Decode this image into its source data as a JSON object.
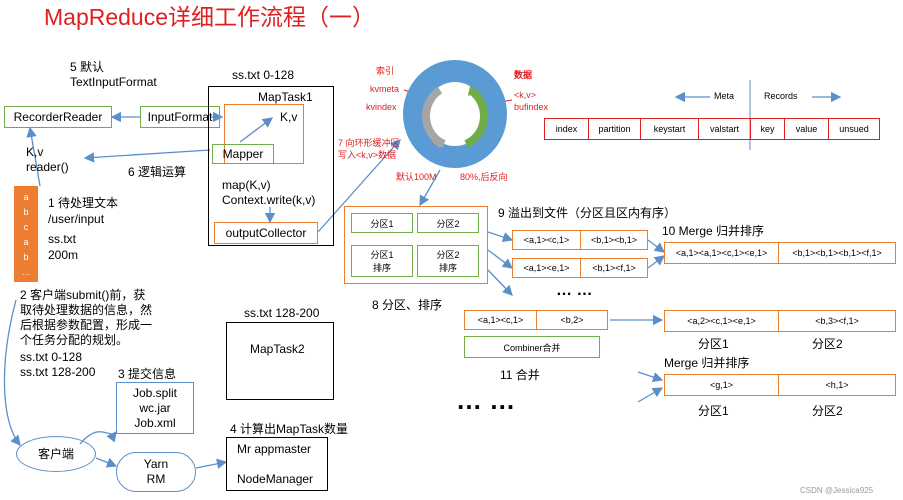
{
  "title": "MapReduce详细工作流程（一）",
  "client": {
    "files_block": {
      "letters": [
        "a",
        "b",
        "c",
        "a",
        "b",
        "…"
      ]
    },
    "step1": {
      "label": "1 待处理文本",
      "path": "/user/input",
      "file": "ss.txt",
      "size": "200m"
    },
    "step2": {
      "lines": [
        "2 客户端submit()前，获",
        "取待处理数据的信息，然",
        "后根据参数配置，形成一",
        "个任务分配的规划。"
      ],
      "split1": "ss.txt  0-128",
      "split2": "ss.txt  128-200"
    },
    "step3": {
      "label": "3 提交信息",
      "files": [
        "Job.split",
        "wc.jar",
        "Job.xml"
      ]
    },
    "client_label": "客户端",
    "yarn": [
      "Yarn",
      "RM"
    ],
    "step4": {
      "label": "4 计算出MapTask数量",
      "lines": [
        "Mr appmaster",
        "NodeManager"
      ]
    }
  },
  "input": {
    "step5": [
      "5 默认",
      "TextInputFormat"
    ],
    "recorder_reader": "RecorderReader",
    "input_format": "InputFormat",
    "kv_reader": [
      "K,v",
      "reader()"
    ]
  },
  "maptask1": {
    "split": "ss.txt 0-128",
    "name": "MapTask1",
    "kv": "K,v",
    "mapper": "Mapper",
    "step6": "6 逻辑运算",
    "map_lines": [
      "map(K,v)",
      "Context.write(k,v)"
    ],
    "output_collector": "outputCollector"
  },
  "maptask2": {
    "split": "ss.txt 128-200",
    "name": "MapTask2"
  },
  "ring": {
    "index_label": "索引",
    "kvmeta": "kvmeta",
    "kvindex": "kvindex",
    "data_label": "数据",
    "kv": "<k,v>",
    "bufindex": "bufindex",
    "step7": [
      "7 向环形缓冲区",
      "写入<k,v>数据"
    ],
    "default_size": "默认100M",
    "spill_pct": "80%,后反向"
  },
  "meta_table": {
    "meta_label": "Meta",
    "records_label": "Records",
    "columns": [
      "index",
      "partition",
      "keystart",
      "valstart",
      "key",
      "value",
      "unsued"
    ]
  },
  "partition": {
    "cells": [
      "分区1",
      "分区2",
      "分区1\n排序",
      "分区2\n排序"
    ],
    "step8": "8 分区、排序"
  },
  "spill": {
    "step9": "9 溢出到文件（分区且区内有序）",
    "rows": [
      [
        "<a,1><c,1>",
        "<b,1><b,1>"
      ],
      [
        "<a,1><e,1>",
        "<b,1><f,1>"
      ]
    ],
    "dots": "… …"
  },
  "merge": {
    "step10": "10 Merge 归并排序",
    "row": [
      "<a,1><a,1><c,1><e,1>",
      "<b,1><b,1><b,1><f,1>"
    ]
  },
  "combiner": {
    "row": [
      "<a,1><c,1>",
      "<b,2>"
    ],
    "label": "Combiner合并",
    "step11": "11 合并"
  },
  "merged_combined": {
    "row": [
      "<a,2><c,1><e,1>",
      "<b,3><f,1>"
    ],
    "part1": "分区1",
    "part2": "分区2"
  },
  "final_merge": {
    "label": "Merge 归并排序",
    "row": [
      "<g,1>",
      "<h,1>"
    ],
    "part1": "分区1",
    "part2": "分区2"
  },
  "big_dots": "… …",
  "watermark": "CSDN @Jessica925"
}
